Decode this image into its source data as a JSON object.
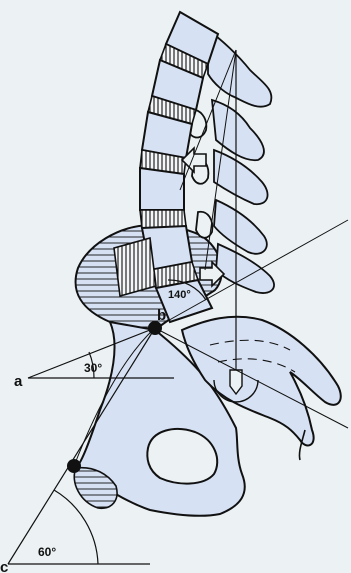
{
  "colors": {
    "background": "#ecf2f4",
    "fill": "#d6e1f3",
    "ink": "#111111"
  },
  "labels": {
    "point_a": "a",
    "point_b": "b",
    "point_c": "c",
    "angle_a": "30°",
    "angle_c": "60°",
    "angle_spine": "140°"
  }
}
